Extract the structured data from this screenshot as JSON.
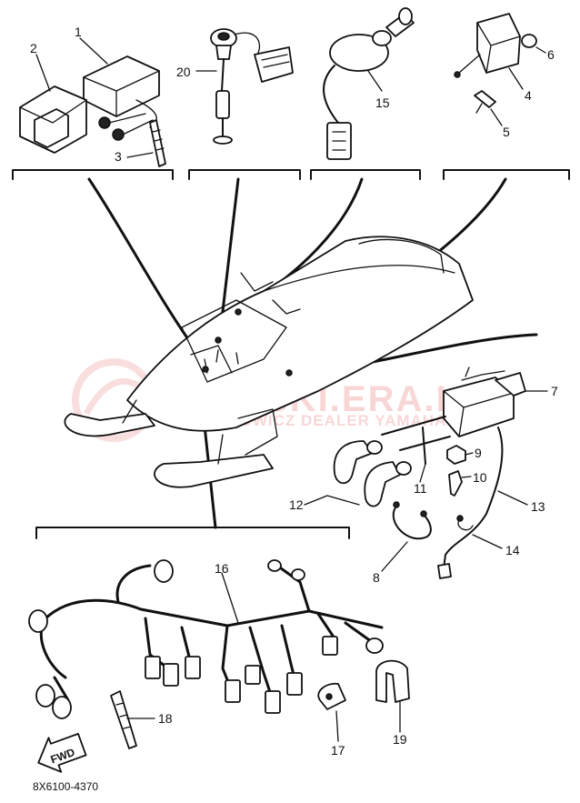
{
  "diagram": {
    "part_callouts": [
      "1",
      "2",
      "3",
      "4",
      "5",
      "6",
      "7",
      "8",
      "9",
      "10",
      "11",
      "12",
      "13",
      "14",
      "15",
      "16",
      "17",
      "18",
      "19",
      "20"
    ],
    "diagram_code": "8X6100-4370",
    "direction_label": "FWD",
    "watermark": {
      "main": "YAMASKI.ERA.L",
      "sub": "ICIECHOWICZ DEALER YAMAHA"
    }
  }
}
